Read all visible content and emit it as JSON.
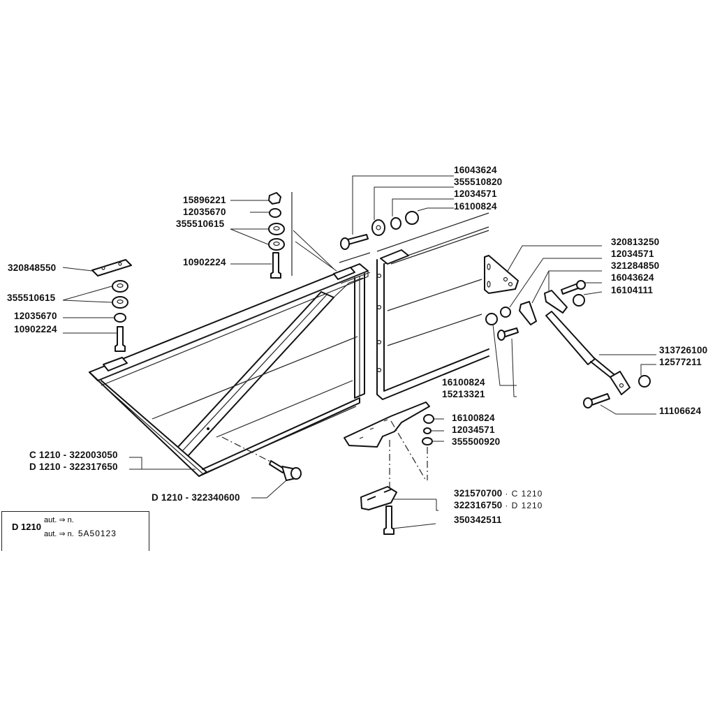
{
  "diagram": {
    "type": "exploded-parts-diagram",
    "subject": "side frame / door assembly with gas strut and hinge brackets",
    "left_hardware_top": {
      "labels": [
        {
          "part_no": "15896221",
          "item": "cap nut"
        },
        {
          "part_no": "12035670",
          "item": "lock washer"
        },
        {
          "part_no": "355510615",
          "item": "rubber washers (x2)"
        },
        {
          "part_no": "10902224",
          "item": "bolt"
        }
      ]
    },
    "left_hardware_side": {
      "labels": [
        {
          "part_no": "320848550",
          "item": "plate"
        },
        {
          "part_no": "355510615",
          "item": "rubber washers (x2)"
        },
        {
          "part_no": "12035670",
          "item": "lock washer"
        },
        {
          "part_no": "10902224",
          "item": "bolt"
        }
      ]
    },
    "hinge_hardware_top": {
      "labels": [
        {
          "part_no": "16043624",
          "item": "bolt"
        },
        {
          "part_no": "355510820",
          "item": "washer"
        },
        {
          "part_no": "12034571",
          "item": "lock washer"
        },
        {
          "part_no": "16100824",
          "item": "nut"
        }
      ]
    },
    "strut_hardware": {
      "labels": [
        {
          "part_no": "320813250",
          "item": "triangular bracket"
        },
        {
          "part_no": "12034571",
          "item": "lock washer"
        },
        {
          "part_no": "321284850",
          "item": "link plates"
        },
        {
          "part_no": "16043624",
          "item": "bolt"
        },
        {
          "part_no": "16104111",
          "item": "nut"
        },
        {
          "part_no": "313726100",
          "item": "gas strut"
        },
        {
          "part_no": "12577211",
          "item": "cap nut"
        },
        {
          "part_no": "11106624",
          "item": "bolt"
        }
      ]
    },
    "bracket_fasteners": {
      "labels": [
        {
          "part_no": "16100824",
          "item": "nut"
        },
        {
          "part_no": "15213321",
          "item": "bolt"
        }
      ]
    },
    "lower_bracket_hardware": {
      "labels": [
        {
          "part_no": "16100824",
          "item": "nut"
        },
        {
          "part_no": "12034571",
          "item": "lock washer"
        },
        {
          "part_no": "355500920",
          "item": "washer"
        }
      ]
    },
    "latch": {
      "labels": [
        {
          "part_no": "321570700",
          "variant": "C 1210"
        },
        {
          "part_no": "322316750",
          "variant": "D 1210"
        },
        {
          "part_no": "350342511",
          "item": "bolt"
        }
      ]
    },
    "frame": {
      "labels": [
        {
          "variant": "C 1210",
          "part_no": "322003050"
        },
        {
          "variant": "D 1210",
          "part_no": "322317650"
        }
      ]
    },
    "stop": {
      "label": {
        "variant": "D 1210",
        "part_no": "322340600"
      }
    },
    "note": {
      "model": "D 1210",
      "line1": "aut. ⇒ n.",
      "line2": "aut. ⇒ n.",
      "serial": "5A50123"
    }
  },
  "labels": {
    "l_15896221": "15896221",
    "l_12035670_a": "12035670",
    "l_355510615_a": "355510615",
    "l_10902224_a": "10902224",
    "l_320848550": "320848550",
    "l_355510615_b": "355510615",
    "l_12035670_b": "12035670",
    "l_10902224_b": "10902224",
    "l_16043624_a": "16043624",
    "l_355510820": "355510820",
    "l_12034571_a": "12034571",
    "l_16100824_a": "16100824",
    "l_320813250": "320813250",
    "l_12034571_b": "12034571",
    "l_321284850": "321284850",
    "l_16043624_b": "16043624",
    "l_16104111": "16104111",
    "l_313726100": "313726100",
    "l_12577211": "12577211",
    "l_16100824_b": "16100824",
    "l_15213321": "15213321",
    "l_11106624": "11106624",
    "l_16100824_c": "16100824",
    "l_12034571_c": "12034571",
    "l_355500920": "355500920",
    "l_321570700": "321570700",
    "l_321570700_v": "· C 1210",
    "l_322316750": "322316750",
    "l_322316750_v": "· D 1210",
    "l_350342511": "350342511",
    "l_frame_c": "C 1210 - 322003050",
    "l_frame_d": "D 1210 - 322317650",
    "l_stop": "D 1210 - 322340600"
  }
}
